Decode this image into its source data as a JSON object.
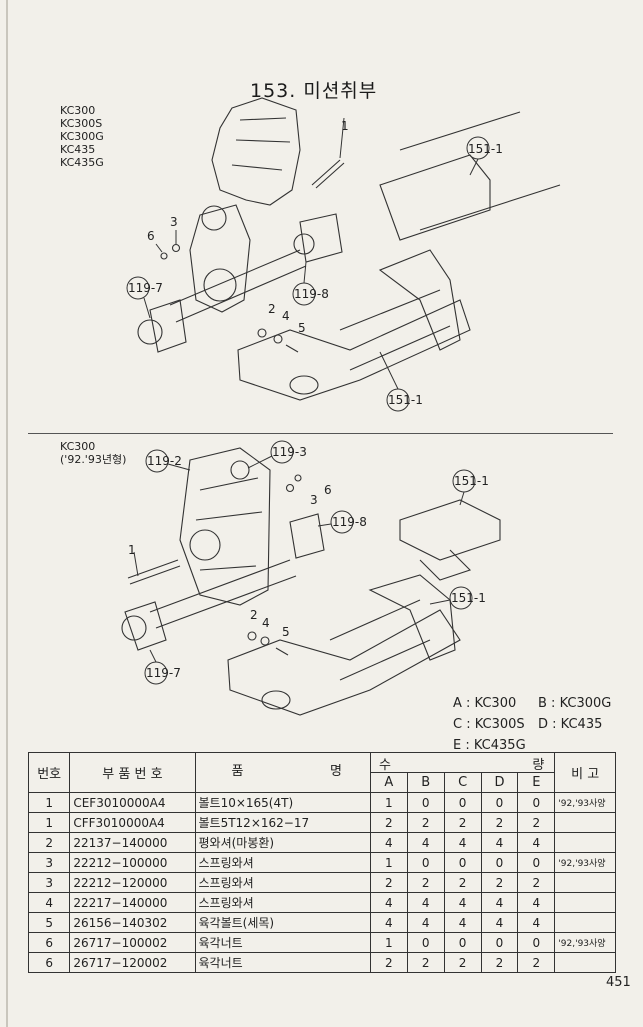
{
  "title": "153. 미션취부",
  "top_models": [
    "KC300",
    "KC300S",
    "KC300G",
    "KC435",
    "KC435G"
  ],
  "bottom_models": [
    "KC300",
    "('92.'93년형)"
  ],
  "callouts_top": [
    "1",
    "151-1",
    "3",
    "6",
    "119-7",
    "119-8",
    "2",
    "4",
    "5",
    "151-1"
  ],
  "callouts_bottom": [
    "119-2",
    "119-3",
    "6",
    "3",
    "119-8",
    "151-1",
    "1",
    "151-1",
    "2",
    "4",
    "5",
    "119-7"
  ],
  "legend": {
    "row1": [
      "A : KC300",
      "B : KC300G"
    ],
    "row2": [
      "C : KC300S",
      "D : KC435"
    ],
    "row3": [
      "E : KC435G"
    ]
  },
  "table": {
    "headers": {
      "no": "번호",
      "part_no": "부 품 번 호",
      "name_left": "품",
      "name_right": "명",
      "qty_left": "수",
      "qty_right": "량",
      "remarks": "비 고",
      "cols": [
        "A",
        "B",
        "C",
        "D",
        "E"
      ]
    },
    "rows": [
      {
        "no": "1",
        "pn": "CEF3010000A4",
        "name": "볼트10×165(4T)",
        "q": [
          "1",
          "0",
          "0",
          "0",
          "0"
        ],
        "rem": "'92,'93사양"
      },
      {
        "no": "1",
        "pn": "CFF3010000A4",
        "name": "볼트5T12×162−17",
        "q": [
          "2",
          "2",
          "2",
          "2",
          "2"
        ],
        "rem": ""
      },
      {
        "no": "2",
        "pn": "22137−140000",
        "name": "평와셔(마봉환)",
        "q": [
          "4",
          "4",
          "4",
          "4",
          "4"
        ],
        "rem": ""
      },
      {
        "no": "3",
        "pn": "22212−100000",
        "name": "스프링와셔",
        "q": [
          "1",
          "0",
          "0",
          "0",
          "0"
        ],
        "rem": "'92,'93사양"
      },
      {
        "no": "3",
        "pn": "22212−120000",
        "name": "스프링와셔",
        "q": [
          "2",
          "2",
          "2",
          "2",
          "2"
        ],
        "rem": ""
      },
      {
        "no": "4",
        "pn": "22217−140000",
        "name": "스프링와셔",
        "q": [
          "4",
          "4",
          "4",
          "4",
          "4"
        ],
        "rem": ""
      },
      {
        "no": "5",
        "pn": "26156−140302",
        "name": "육각볼트(세목)",
        "q": [
          "4",
          "4",
          "4",
          "4",
          "4"
        ],
        "rem": ""
      },
      {
        "no": "6",
        "pn": "26717−100002",
        "name": "육각너트",
        "q": [
          "1",
          "0",
          "0",
          "0",
          "0"
        ],
        "rem": "'92,'93사양"
      },
      {
        "no": "6",
        "pn": "26717−120002",
        "name": "육각너트",
        "q": [
          "2",
          "2",
          "2",
          "2",
          "2"
        ],
        "rem": ""
      }
    ]
  },
  "page_number": "451"
}
